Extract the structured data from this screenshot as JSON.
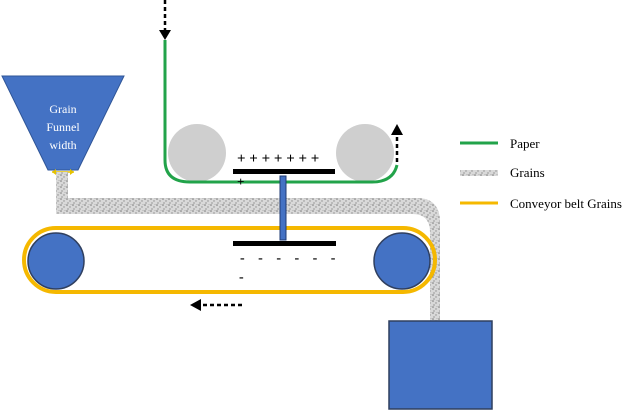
{
  "funnel": {
    "line1": "Grain",
    "line2": "Funnel",
    "line3": "width"
  },
  "charges": {
    "top_plus": "+ + + + + + +",
    "lone_plus": "+",
    "bottom_minus": "- - - - - -",
    "lone_minus": "-"
  },
  "legend": {
    "items": [
      {
        "label": "Paper",
        "color": "#22a34a",
        "icon": "green-line"
      },
      {
        "label": "Grains",
        "color": "#9a9a9a",
        "icon": "grey-grain-swatch"
      },
      {
        "label": "Conveyor belt Grains",
        "color": "#f5b800",
        "icon": "yellow-line"
      }
    ]
  },
  "colors": {
    "funnel": "#4472c4",
    "roller": "#4472c4",
    "paper_roller": "#cfcfcf",
    "paper": "#22a34a",
    "belt": "#f5b800",
    "grains": "#9a9a9a",
    "collector": "#4472c4"
  }
}
